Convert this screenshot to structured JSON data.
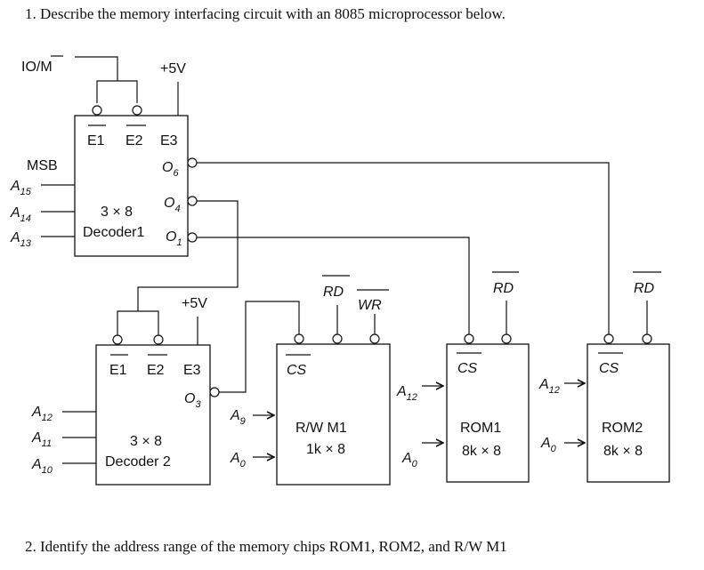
{
  "questions": {
    "q1": "1.  Describe the memory interfacing circuit with an 8085 microprocessor below.",
    "q2": "2.  Identify the address range of the memory chips ROM1, ROM2, and R/W M1"
  },
  "signals": {
    "io_m": "IO/M",
    "io_m_bar": "M",
    "vcc": "+5V",
    "msb": "MSB",
    "rd": "RD",
    "wr": "WR"
  },
  "decoder1": {
    "e1": "E1",
    "e2": "E2",
    "e3": "E3",
    "o6": "O",
    "o6_sub": "6",
    "o4": "O",
    "o4_sub": "4",
    "o1": "O",
    "o1_sub": "1",
    "line1": "3 × 8",
    "line2": "Decoder1",
    "a15": "A",
    "a15_sub": "15",
    "a14": "A",
    "a14_sub": "14",
    "a13": "A",
    "a13_sub": "13"
  },
  "decoder2": {
    "e1": "E1",
    "e2": "E2",
    "e3": "E3",
    "o3": "O",
    "o3_sub": "3",
    "line1": "3 × 8",
    "line2": "Decoder 2",
    "a12": "A",
    "a12_sub": "12",
    "a11": "A",
    "a11_sub": "11",
    "a10": "A",
    "a10_sub": "10"
  },
  "rwm1": {
    "cs": "CS",
    "name": "R/W M1",
    "size": "1k × 8",
    "a9": "A",
    "a9_sub": "9",
    "a0": "A",
    "a0_sub": "0"
  },
  "rom1": {
    "cs": "CS",
    "name": "ROM1",
    "size": "8k × 8",
    "a12": "A",
    "a12_sub": "12",
    "a0": "A",
    "a0_sub": "0"
  },
  "rom2": {
    "cs": "CS",
    "name": "ROM2",
    "size": "8k × 8",
    "a12": "A",
    "a12_sub": "12",
    "a0": "A",
    "a0_sub": "0"
  }
}
